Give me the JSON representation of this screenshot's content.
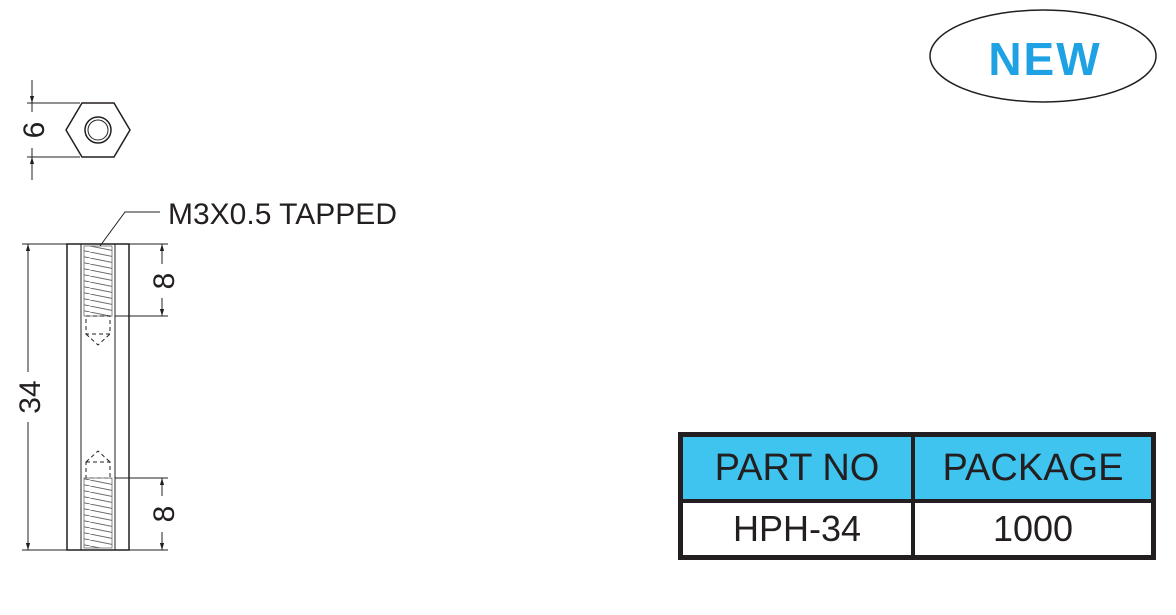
{
  "badge": {
    "label": "NEW",
    "text_color": "#1ea2e4"
  },
  "dimensions": {
    "hex_size": "6",
    "total_length": "34",
    "top_thread_depth": "8",
    "bottom_thread_depth": "8"
  },
  "callout": {
    "thread_label": "M3X0.5 TAPPED"
  },
  "table": {
    "header_color": "#3fc3ef",
    "headers": [
      "PART NO",
      "PACKAGE"
    ],
    "rows": [
      [
        "HPH-34",
        "1000"
      ]
    ]
  }
}
